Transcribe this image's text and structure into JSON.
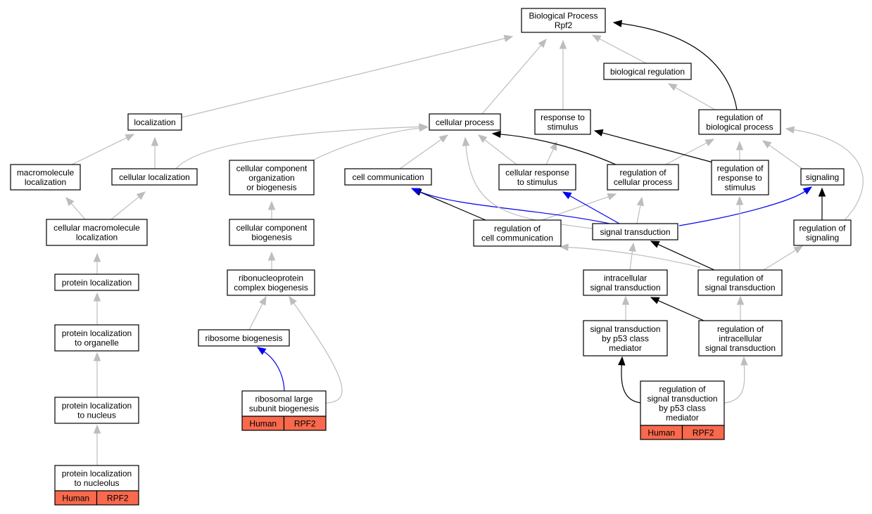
{
  "colors": {
    "edge_is_a": "#bdbdbd",
    "edge_regulates": "#000000",
    "edge_part_of": "#0000ee",
    "annotation_fill": "#f8694d"
  },
  "nodes": {
    "bp_root": [
      "Biological Process",
      "Rpf2"
    ],
    "biological_regulation": [
      "biological regulation"
    ],
    "localization": [
      "localization"
    ],
    "cellular_process": [
      "cellular process"
    ],
    "response_to_stimulus": [
      "response to",
      "stimulus"
    ],
    "regulation_of_biological_process": [
      "regulation of",
      "biological process"
    ],
    "macromolecule_localization": [
      "macromolecule",
      "localization"
    ],
    "cellular_localization": [
      "cellular localization"
    ],
    "cellular_component_org": [
      "cellular component",
      "organization",
      "or biogenesis"
    ],
    "cell_communication": [
      "cell communication"
    ],
    "cellular_response_to_stimulus": [
      "cellular response",
      "to stimulus"
    ],
    "regulation_of_cellular_process": [
      "regulation of",
      "cellular process"
    ],
    "regulation_of_response_to_stimulus": [
      "regulation of",
      "response to",
      "stimulus"
    ],
    "signaling": [
      "signaling"
    ],
    "cellular_macromolecule_localization": [
      "cellular macromolecule",
      "localization"
    ],
    "cellular_component_biogenesis": [
      "cellular component",
      "biogenesis"
    ],
    "regulation_of_cell_communication": [
      "regulation of",
      "cell communication"
    ],
    "signal_transduction": [
      "signal transduction"
    ],
    "regulation_of_signaling": [
      "regulation of",
      "signaling"
    ],
    "protein_localization": [
      "protein localization"
    ],
    "ribonucleoprotein_complex_biogenesis": [
      "ribonucleoprotein",
      "complex biogenesis"
    ],
    "intracellular_signal_transduction": [
      "intracellular",
      "signal transduction"
    ],
    "regulation_of_signal_transduction": [
      "regulation of",
      "signal transduction"
    ],
    "protein_localization_to_organelle": [
      "protein localization",
      "to organelle"
    ],
    "ribosome_biogenesis": [
      "ribosome biogenesis"
    ],
    "signal_transduction_by_p53": [
      "signal transduction",
      "by p53 class",
      "mediator"
    ],
    "regulation_of_intracellular_signal_transduction": [
      "regulation of",
      "intracellular",
      "signal transduction"
    ],
    "protein_localization_to_nucleus": [
      "protein localization",
      "to nucleus"
    ],
    "ribosomal_large_subunit_biogenesis": [
      "ribosomal large",
      "subunit biogenesis"
    ],
    "regulation_of_signal_transduction_by_p53": [
      "regulation of",
      "signal transduction",
      "by p53 class",
      "mediator"
    ],
    "protein_localization_to_nucleolus": [
      "protein localization",
      "to nucleolus"
    ]
  },
  "annotations": {
    "ribosomal_large_subunit_biogenesis": [
      "Human",
      "RPF2"
    ],
    "regulation_of_signal_transduction_by_p53": [
      "Human",
      "RPF2"
    ],
    "protein_localization_to_nucleolus": [
      "Human",
      "RPF2"
    ]
  },
  "edges": [
    {
      "from": "biological_regulation",
      "to": "bp_root",
      "type": "is_a"
    },
    {
      "from": "localization",
      "to": "bp_root",
      "type": "is_a"
    },
    {
      "from": "cellular_process",
      "to": "bp_root",
      "type": "is_a"
    },
    {
      "from": "response_to_stimulus",
      "to": "bp_root",
      "type": "is_a"
    },
    {
      "from": "regulation_of_biological_process",
      "to": "bp_root",
      "type": "regulates"
    },
    {
      "from": "regulation_of_biological_process",
      "to": "biological_regulation",
      "type": "is_a"
    },
    {
      "from": "macromolecule_localization",
      "to": "localization",
      "type": "is_a"
    },
    {
      "from": "cellular_localization",
      "to": "localization",
      "type": "is_a"
    },
    {
      "from": "cellular_localization",
      "to": "cellular_process",
      "type": "is_a"
    },
    {
      "from": "cellular_component_org",
      "to": "cellular_process",
      "type": "is_a"
    },
    {
      "from": "cell_communication",
      "to": "cellular_process",
      "type": "is_a"
    },
    {
      "from": "cellular_response_to_stimulus",
      "to": "cellular_process",
      "type": "is_a"
    },
    {
      "from": "cellular_response_to_stimulus",
      "to": "response_to_stimulus",
      "type": "is_a"
    },
    {
      "from": "regulation_of_cellular_process",
      "to": "cellular_process",
      "type": "regulates"
    },
    {
      "from": "regulation_of_cellular_process",
      "to": "regulation_of_biological_process",
      "type": "is_a"
    },
    {
      "from": "regulation_of_response_to_stimulus",
      "to": "response_to_stimulus",
      "type": "regulates"
    },
    {
      "from": "regulation_of_response_to_stimulus",
      "to": "regulation_of_biological_process",
      "type": "is_a"
    },
    {
      "from": "signaling",
      "to": "regulation_of_biological_process",
      "type": "is_a"
    },
    {
      "from": "cellular_macromolecule_localization",
      "to": "macromolecule_localization",
      "type": "is_a"
    },
    {
      "from": "cellular_macromolecule_localization",
      "to": "cellular_localization",
      "type": "is_a"
    },
    {
      "from": "cellular_component_biogenesis",
      "to": "cellular_component_org",
      "type": "is_a"
    },
    {
      "from": "regulation_of_cell_communication",
      "to": "cell_communication",
      "type": "regulates"
    },
    {
      "from": "regulation_of_cell_communication",
      "to": "regulation_of_cellular_process",
      "type": "is_a"
    },
    {
      "from": "signal_transduction",
      "to": "cell_communication",
      "type": "part_of"
    },
    {
      "from": "signal_transduction",
      "to": "cellular_response_to_stimulus",
      "type": "part_of"
    },
    {
      "from": "signal_transduction",
      "to": "signaling",
      "type": "part_of"
    },
    {
      "from": "signal_transduction",
      "to": "regulation_of_cellular_process",
      "type": "is_a"
    },
    {
      "from": "signal_transduction",
      "to": "cellular_process",
      "type": "is_a"
    },
    {
      "from": "regulation_of_signaling",
      "to": "signaling",
      "type": "regulates"
    },
    {
      "from": "regulation_of_signaling",
      "to": "regulation_of_biological_process",
      "type": "is_a"
    },
    {
      "from": "protein_localization",
      "to": "cellular_macromolecule_localization",
      "type": "is_a"
    },
    {
      "from": "ribonucleoprotein_complex_biogenesis",
      "to": "cellular_component_biogenesis",
      "type": "is_a"
    },
    {
      "from": "intracellular_signal_transduction",
      "to": "signal_transduction",
      "type": "is_a"
    },
    {
      "from": "regulation_of_signal_transduction",
      "to": "signal_transduction",
      "type": "regulates"
    },
    {
      "from": "regulation_of_signal_transduction",
      "to": "regulation_of_cell_communication",
      "type": "is_a"
    },
    {
      "from": "regulation_of_signal_transduction",
      "to": "regulation_of_signaling",
      "type": "is_a"
    },
    {
      "from": "regulation_of_signal_transduction",
      "to": "regulation_of_response_to_stimulus",
      "type": "is_a"
    },
    {
      "from": "protein_localization_to_organelle",
      "to": "protein_localization",
      "type": "is_a"
    },
    {
      "from": "ribosome_biogenesis",
      "to": "ribonucleoprotein_complex_biogenesis",
      "type": "is_a"
    },
    {
      "from": "signal_transduction_by_p53",
      "to": "intracellular_signal_transduction",
      "type": "is_a"
    },
    {
      "from": "regulation_of_intracellular_signal_transduction",
      "to": "intracellular_signal_transduction",
      "type": "regulates"
    },
    {
      "from": "regulation_of_intracellular_signal_transduction",
      "to": "regulation_of_signal_transduction",
      "type": "is_a"
    },
    {
      "from": "protein_localization_to_nucleus",
      "to": "protein_localization_to_organelle",
      "type": "is_a"
    },
    {
      "from": "ribosomal_large_subunit_biogenesis",
      "to": "ribosome_biogenesis",
      "type": "part_of"
    },
    {
      "from": "ribosomal_large_subunit_biogenesis",
      "to": "ribonucleoprotein_complex_biogenesis",
      "type": "is_a"
    },
    {
      "from": "regulation_of_signal_transduction_by_p53",
      "to": "signal_transduction_by_p53",
      "type": "regulates"
    },
    {
      "from": "regulation_of_signal_transduction_by_p53",
      "to": "regulation_of_intracellular_signal_transduction",
      "type": "is_a"
    },
    {
      "from": "protein_localization_to_nucleolus",
      "to": "protein_localization_to_nucleus",
      "type": "is_a"
    }
  ]
}
